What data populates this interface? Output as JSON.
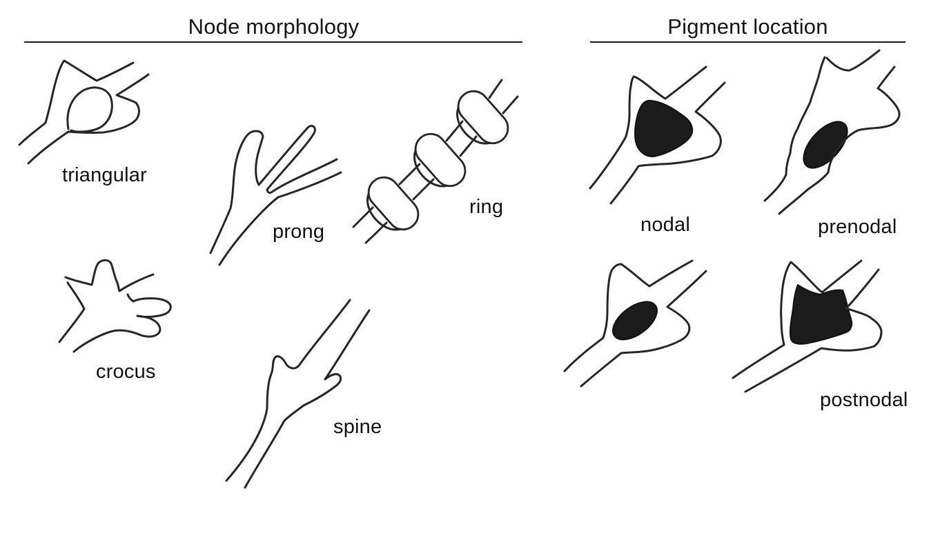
{
  "figure": {
    "panels": [
      {
        "title": "Node morphology",
        "items": [
          {
            "label": "triangular"
          },
          {
            "label": "prong"
          },
          {
            "label": "ring"
          },
          {
            "label": "crocus"
          },
          {
            "label": "spine"
          }
        ]
      },
      {
        "title": "Pigment location",
        "items": [
          {
            "label": "nodal"
          },
          {
            "label": "prenodal"
          },
          {
            "label": "postnodal"
          }
        ]
      }
    ]
  },
  "colors": {
    "ink": "#262626",
    "pigment": "#1b1b1b",
    "background": "#ffffff",
    "label_text": "#111111"
  }
}
